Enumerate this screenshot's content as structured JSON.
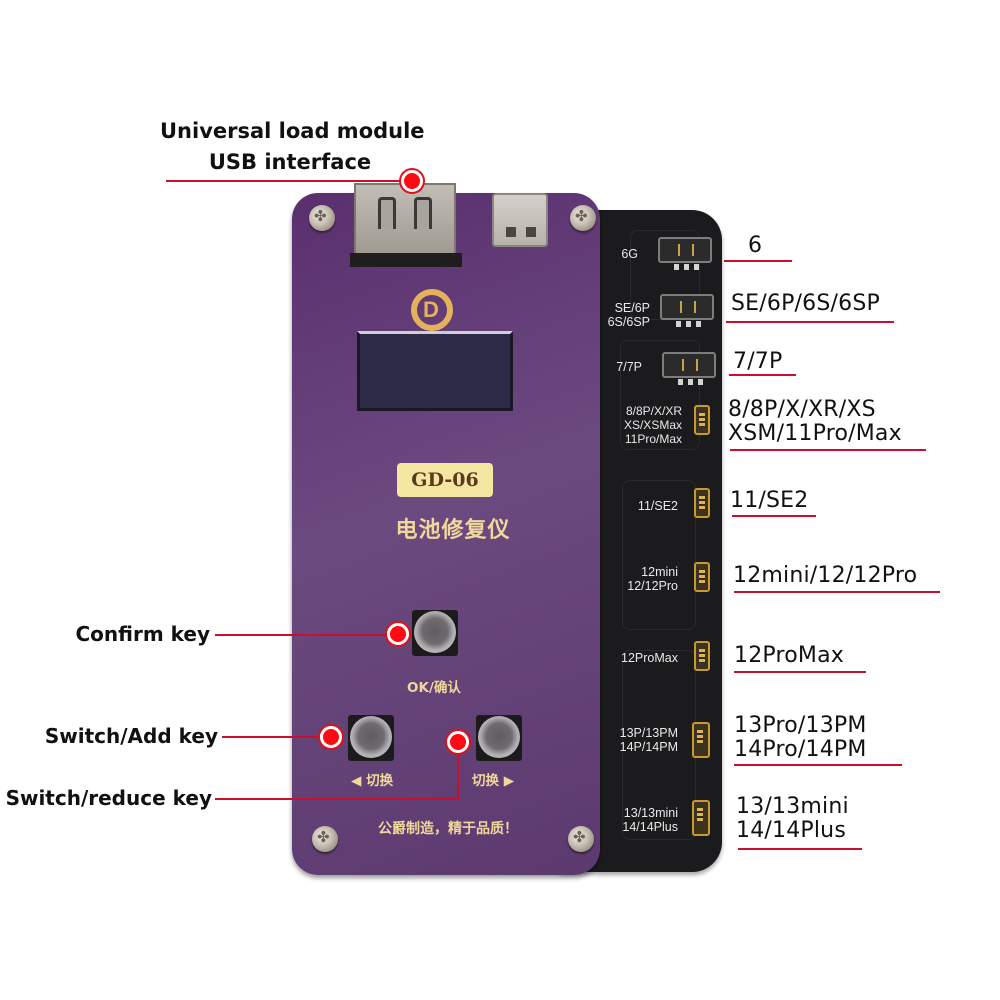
{
  "callouts": {
    "top": {
      "line1": "Universal load module",
      "line2": "USB interface"
    },
    "left": [
      {
        "id": "confirm",
        "label": "Confirm key"
      },
      {
        "id": "switch-add",
        "label": "Switch/Add key"
      },
      {
        "id": "switch-reduce",
        "label": "Switch/reduce key"
      }
    ]
  },
  "device": {
    "model": "GD-06",
    "name_cn": "电池修复仪",
    "ok_key_label": "OK/确认",
    "left_key_label": "◀ 切换",
    "right_key_label": "切换 ▶",
    "slogan_cn": "公爵制造，精于品质！",
    "logo_text": "D",
    "colors": {
      "board": "#5f3d73",
      "adapter": "#1b1b1d",
      "gold_text": "#f0d79a",
      "badge": "#f4e7a2",
      "callout_red": "#c8102e"
    }
  },
  "adapter": {
    "connectors": [
      {
        "board_label": [
          "6G"
        ],
        "model_label": [
          "6"
        ],
        "type": "wide"
      },
      {
        "board_label": [
          "SE/6P",
          "6S/6SP"
        ],
        "model_label": [
          "SE/6P/6S/6SP"
        ],
        "type": "wide"
      },
      {
        "board_label": [
          "7/7P"
        ],
        "model_label": [
          "7/7P"
        ],
        "type": "wide"
      },
      {
        "board_label": [
          "8/8P/X/XR",
          "XS/XSMax",
          "11Pro/Max"
        ],
        "model_label": [
          "8/8P/X/XR/XS",
          "XSM/11Pro/Max"
        ],
        "type": "small"
      },
      {
        "board_label": [
          "11/SE2"
        ],
        "model_label": [
          "11/SE2"
        ],
        "type": "small"
      },
      {
        "board_label": [
          "12mini",
          "12/12Pro"
        ],
        "model_label": [
          "12mini/12/12Pro"
        ],
        "type": "small"
      },
      {
        "board_label": [
          "12ProMax"
        ],
        "model_label": [
          "12ProMax"
        ],
        "type": "small"
      },
      {
        "board_label": [
          "13P/13PM",
          "14P/14PM"
        ],
        "model_label": [
          "13Pro/13PM",
          "14Pro/14PM"
        ],
        "type": "small"
      },
      {
        "board_label": [
          "13/13mini",
          "14/14Plus"
        ],
        "model_label": [
          "13/13mini",
          "14/14Plus"
        ],
        "type": "small"
      }
    ]
  }
}
